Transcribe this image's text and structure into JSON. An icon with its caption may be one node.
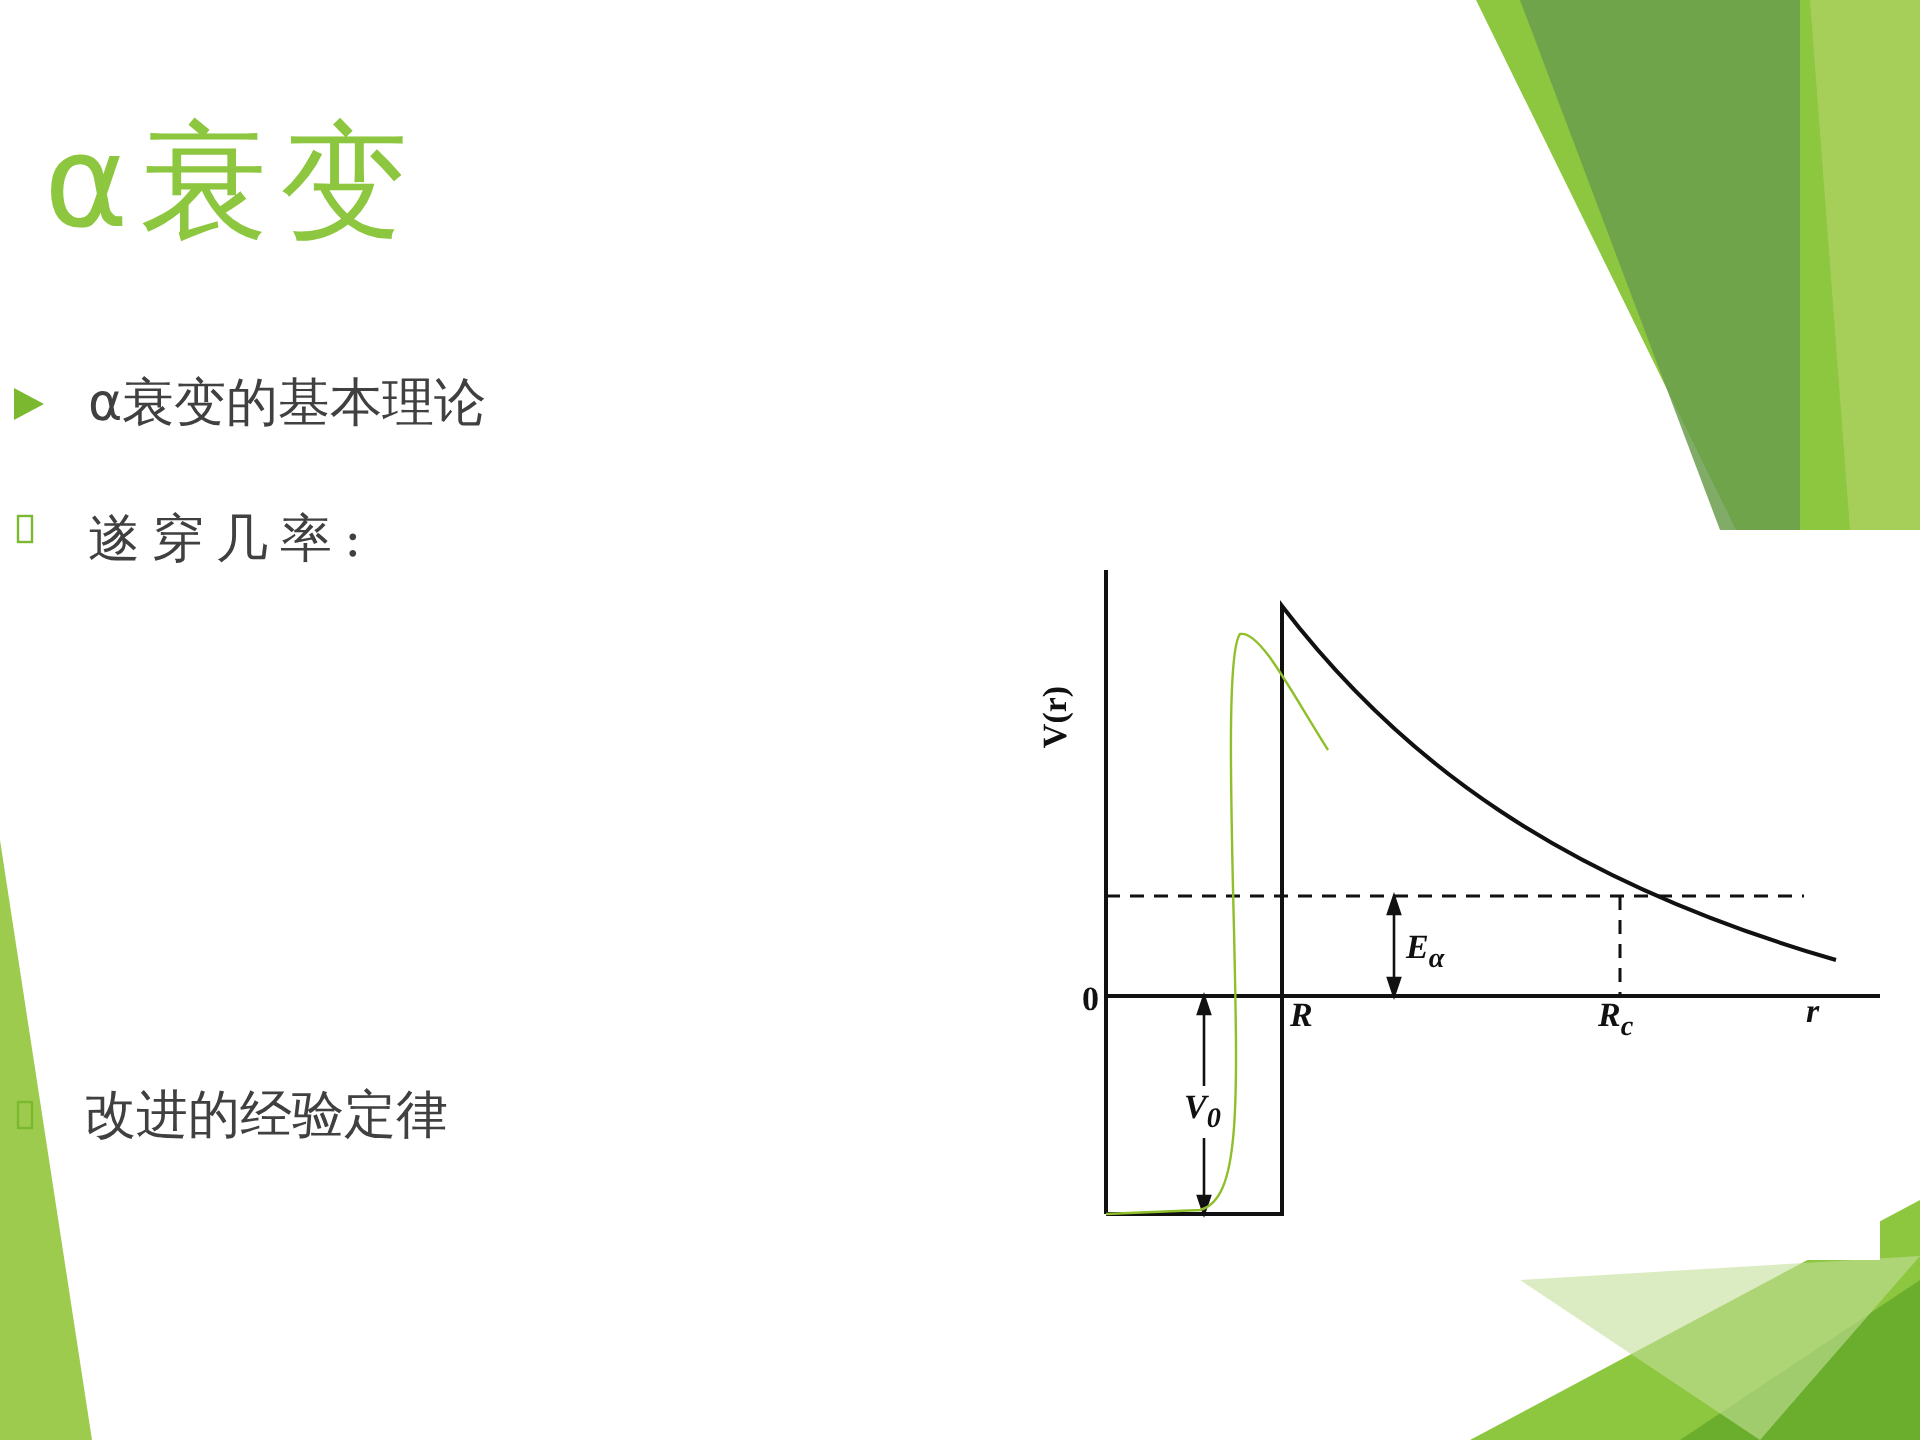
{
  "diagram": {
    "title": "α衰变",
    "labels": [
      "α衰变的基本理论",
      "遂穿几率:",
      "V(r)",
      "E$_{α}$",
      "0",
      "R",
      "R$_{c}$",
      "r",
      "改进的经验定律",
      "V$_{0}$"
    ]
  }
}
